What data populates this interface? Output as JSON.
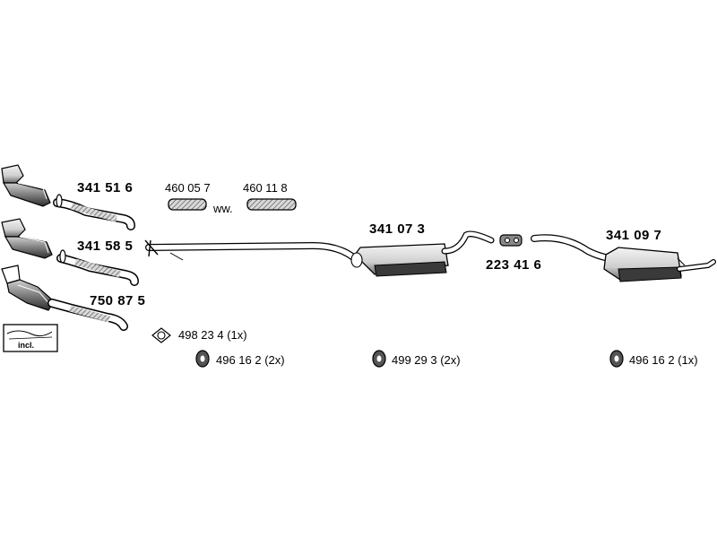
{
  "parts": {
    "p341516": "341 51 6",
    "p341585": "341 58 5",
    "p750875": "750 87 5",
    "p460057": "460 05 7",
    "p460118": "460 11 8",
    "ww": "ww.",
    "p341073": "341 07 3",
    "p223416": "223 41 6",
    "p341097": "341 09 7"
  },
  "hardware": {
    "gasket": "498 23 4 (1x)",
    "hanger_left": "496 16 2 (2x)",
    "hanger_mid": "499 29 3 (2x)",
    "hanger_right": "496 16 2 (1x)"
  },
  "kit": {
    "incl": "incl."
  }
}
